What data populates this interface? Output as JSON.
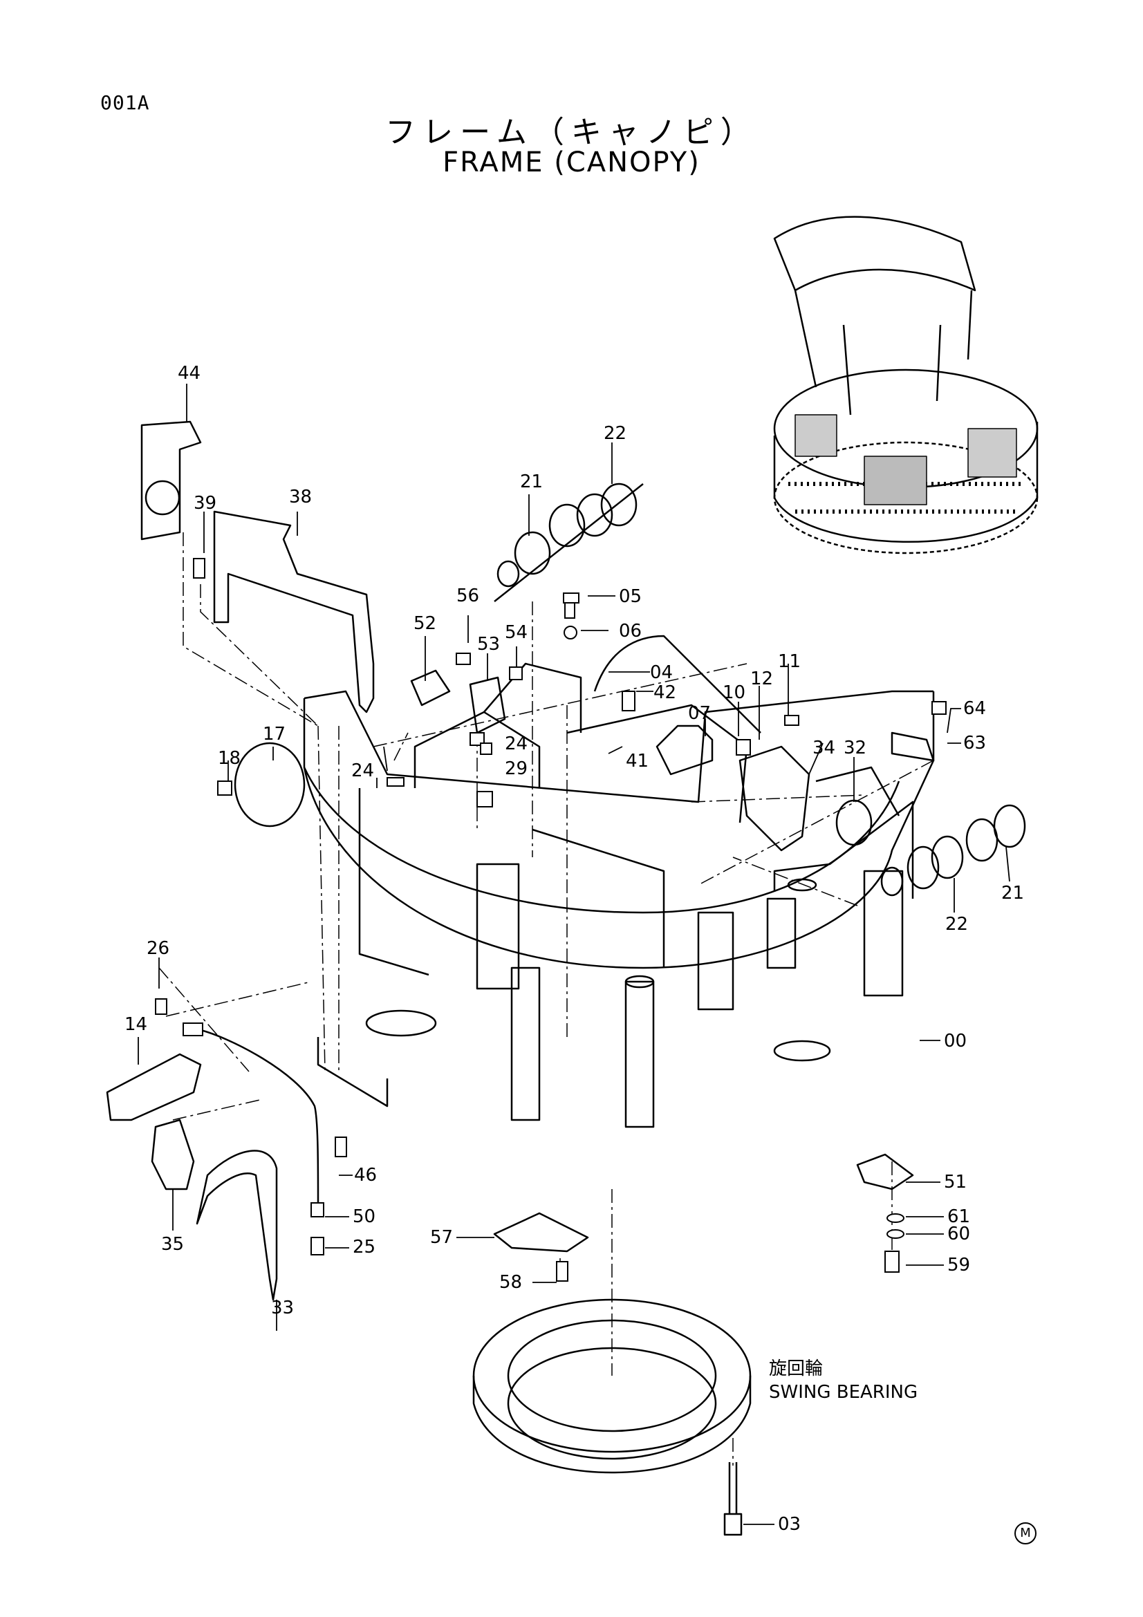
{
  "header": {
    "page_code": "001A",
    "title_jp": "フレーム（キャノピ）",
    "title_en": "FRAME (CANOPY)"
  },
  "callouts": {
    "p00": "00",
    "p03": "03",
    "p04": "04",
    "p05": "05",
    "p06": "06",
    "p07": "07",
    "p10": "10",
    "p11": "11",
    "p12": "12",
    "p14": "14",
    "p17": "17",
    "p18": "18",
    "p21a": "21",
    "p21b": "21",
    "p22a": "22",
    "p22b": "22",
    "p24a": "24",
    "p24b": "24",
    "p25": "25",
    "p26": "26",
    "p29": "29",
    "p32": "32",
    "p33": "33",
    "p34": "34",
    "p35": "35",
    "p38": "38",
    "p39": "39",
    "p41": "41",
    "p42": "42",
    "p44": "44",
    "p46": "46",
    "p50": "50",
    "p51": "51",
    "p52": "52",
    "p53": "53",
    "p54": "54",
    "p56": "56",
    "p57": "57",
    "p58": "58",
    "p59": "59",
    "p60": "60",
    "p61": "61",
    "p63": "63",
    "p64": "64"
  },
  "swing_bearing": {
    "label_jp": "旋回輪",
    "label_en": "SWING BEARING"
  },
  "footer": {
    "mark": "M"
  }
}
